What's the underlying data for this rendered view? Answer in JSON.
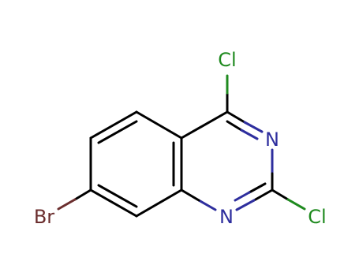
{
  "molecule": {
    "atoms": [
      {
        "id": "Cl_top",
        "symbol": "Cl",
        "color": "#1f8a1f"
      },
      {
        "id": "N_top",
        "symbol": "N",
        "color": "#2e2e9e"
      },
      {
        "id": "N_bottom",
        "symbol": "N",
        "color": "#2e2e9e"
      },
      {
        "id": "Cl_right",
        "symbol": "Cl",
        "color": "#1f8a1f"
      },
      {
        "id": "Br",
        "symbol": "Br",
        "color": "#6b2e2e"
      }
    ],
    "colors": {
      "bond": "#000000",
      "chlorine": "#1f8a1f",
      "nitrogen": "#2e2e9e",
      "bromine": "#6b2e2e",
      "background": "#ffffff"
    }
  }
}
